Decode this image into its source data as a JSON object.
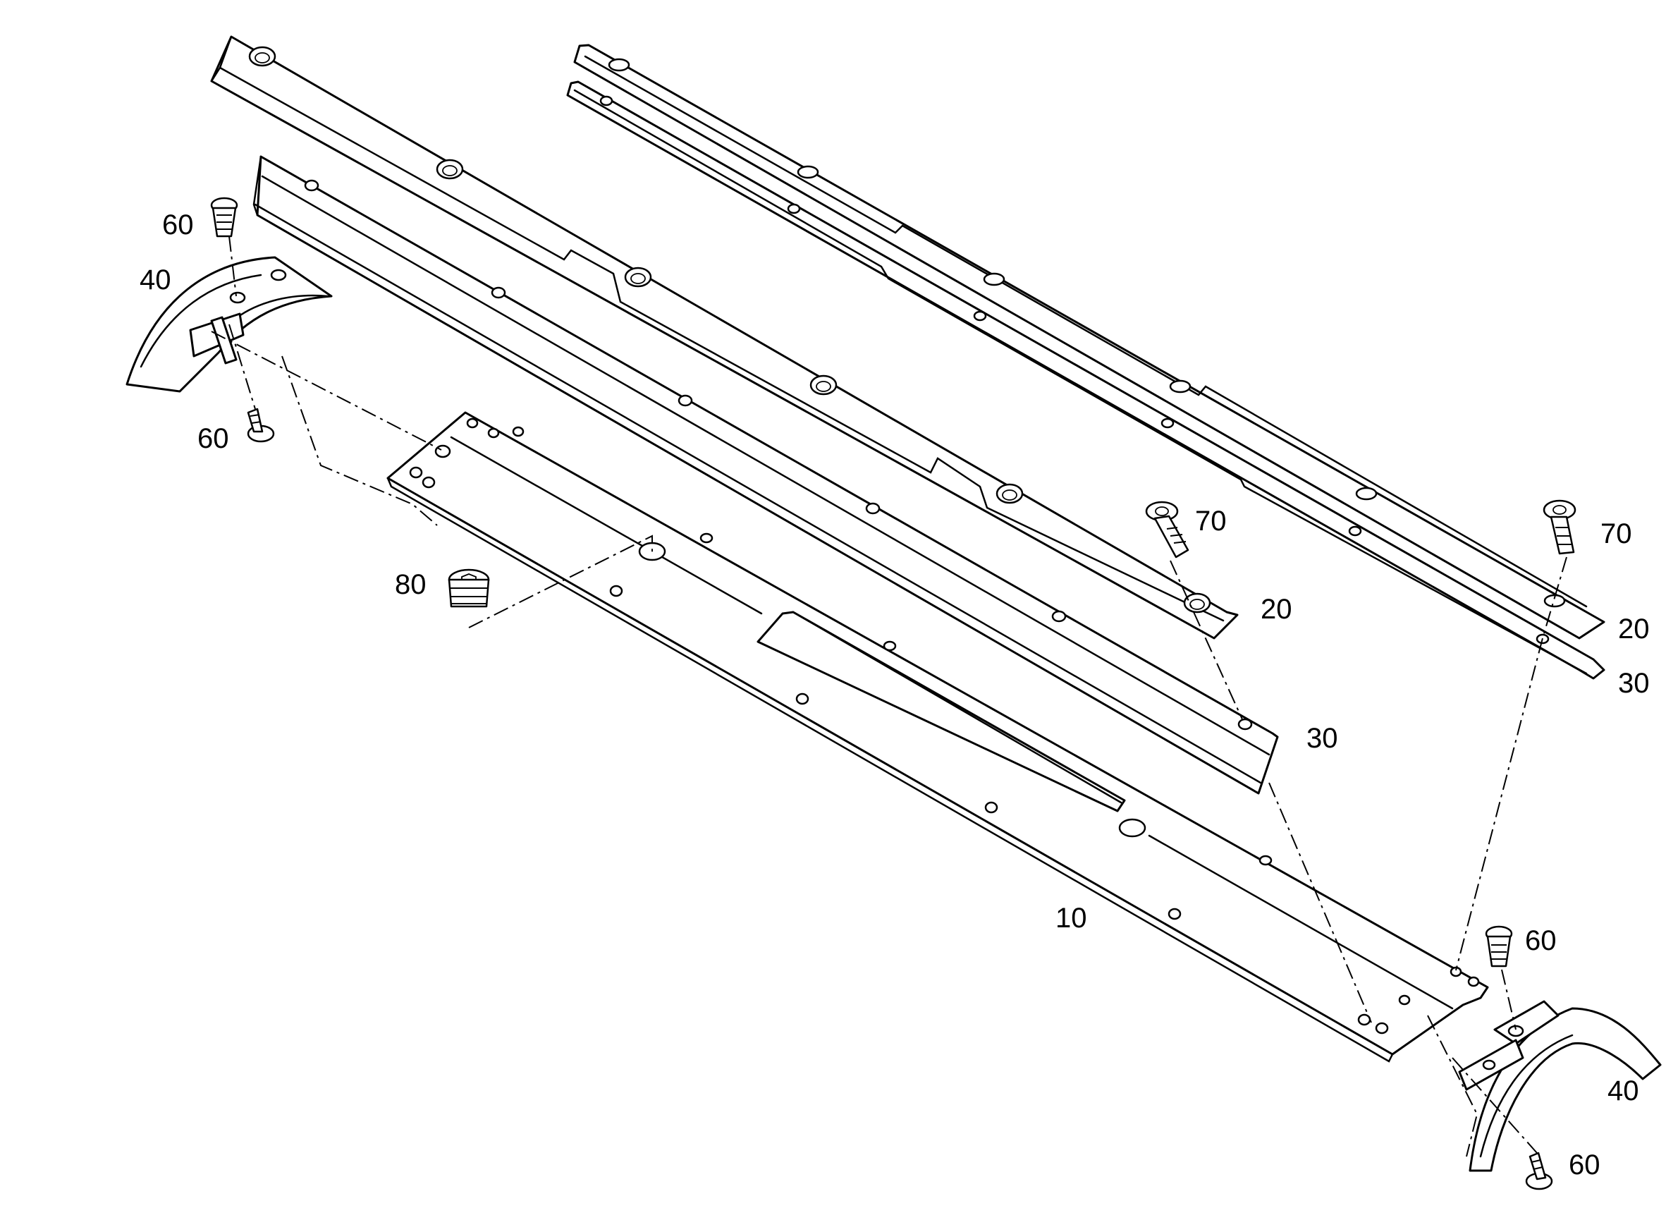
{
  "callouts": {
    "p10": "10",
    "p20a": "20",
    "p20b": "20",
    "p30a": "30",
    "p30b": "30",
    "p40a": "40",
    "p40b": "40",
    "p60a": "60",
    "p60b": "60",
    "p60c": "60",
    "p60d": "60",
    "p70a": "70",
    "p70b": "70",
    "p80": "80"
  },
  "colors": {
    "line": "#000000",
    "background": "#ffffff"
  }
}
